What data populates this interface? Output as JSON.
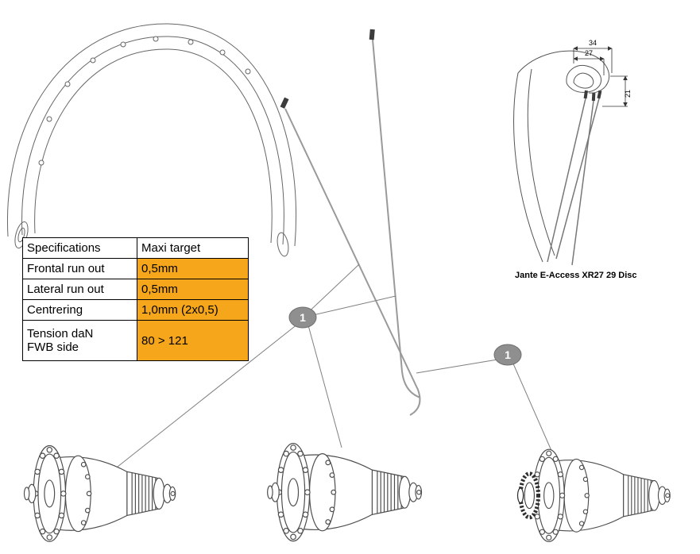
{
  "spec_table": {
    "header": {
      "col1": "Specifications",
      "col2": "Maxi target"
    },
    "rows": [
      {
        "label": "Frontal run out",
        "value": "0,5mm"
      },
      {
        "label": "Lateral run out",
        "value": "0,5mm"
      },
      {
        "label": "Centrering",
        "value": "1,0mm (2x0,5)"
      },
      {
        "label": "Tension daN\nFWB side",
        "value": "80 > 121"
      }
    ],
    "highlight_color": "#F5A61B"
  },
  "rim_section": {
    "label": "Jante E-Access XR27 29 Disc",
    "dim_width_outer": "34",
    "dim_width_inner": "27",
    "dim_height": "21"
  },
  "callouts": {
    "spokes_left": "1",
    "spokes_right": "1"
  }
}
